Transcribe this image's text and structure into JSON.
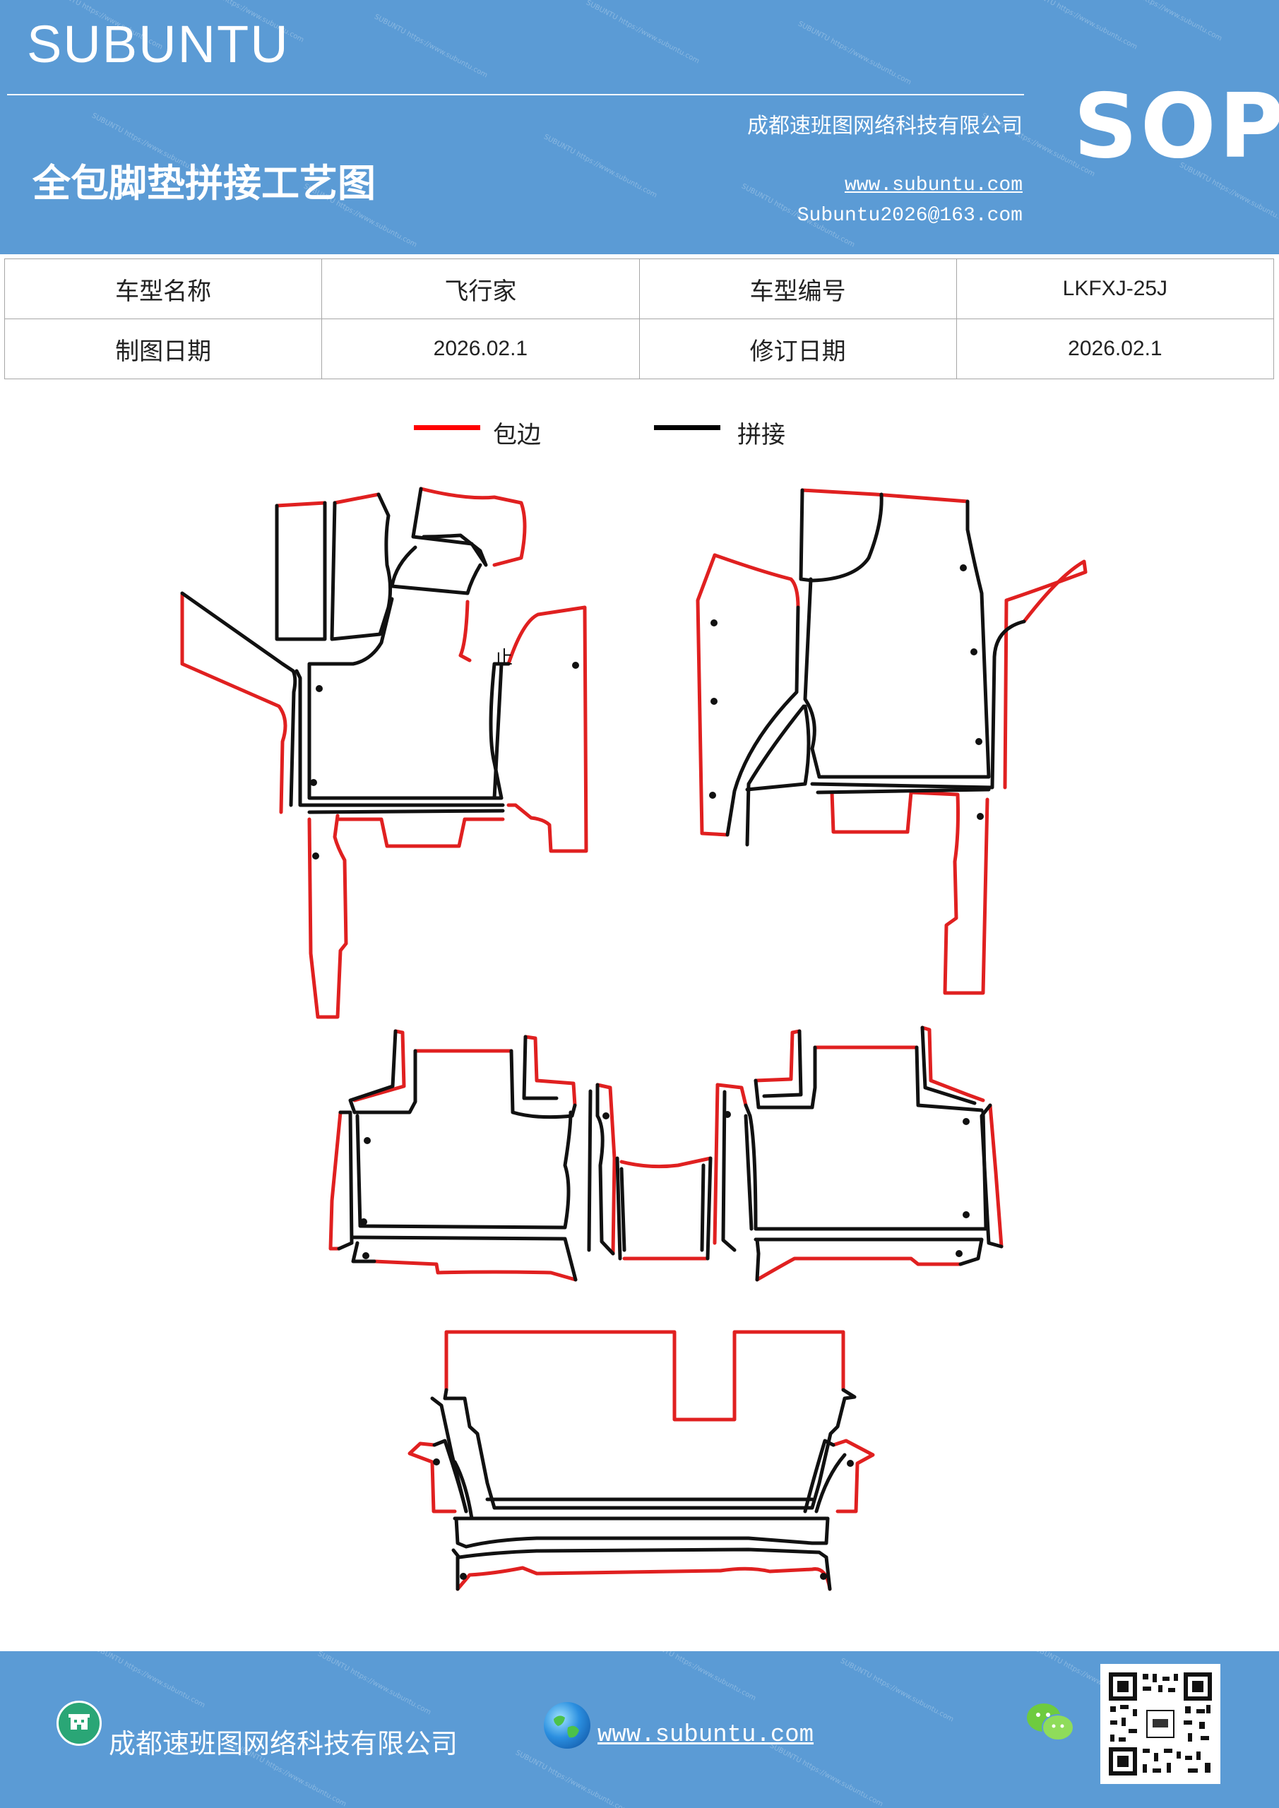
{
  "header": {
    "brand": "SUBUNTU",
    "company": "成都速班图网络科技有限公司",
    "title": "全包脚垫拼接工艺图",
    "website": "www.subuntu.com",
    "email": "Subuntu2026@163.com",
    "sop": "SOP",
    "watermark_text": "SUBUNTU https://www.subuntu.com"
  },
  "info_table": {
    "rows": [
      {
        "label1": "车型名称",
        "value1": "飞行家",
        "label2": "车型编号",
        "value2": "LKFXJ-25J"
      },
      {
        "label1": "制图日期",
        "value1": "2026.02.1",
        "label2": "修订日期",
        "value2": "2026.02.1"
      }
    ]
  },
  "legend": {
    "items": [
      {
        "label": "包边",
        "color": "#ff0000"
      },
      {
        "label": "拼接",
        "color": "#000000"
      }
    ]
  },
  "diagram": {
    "stroke_red": "#e02020",
    "stroke_black": "#111111",
    "mark_text": "止"
  },
  "footer": {
    "company": "成都速班图网络科技有限公司",
    "website": "www.subuntu.com"
  }
}
